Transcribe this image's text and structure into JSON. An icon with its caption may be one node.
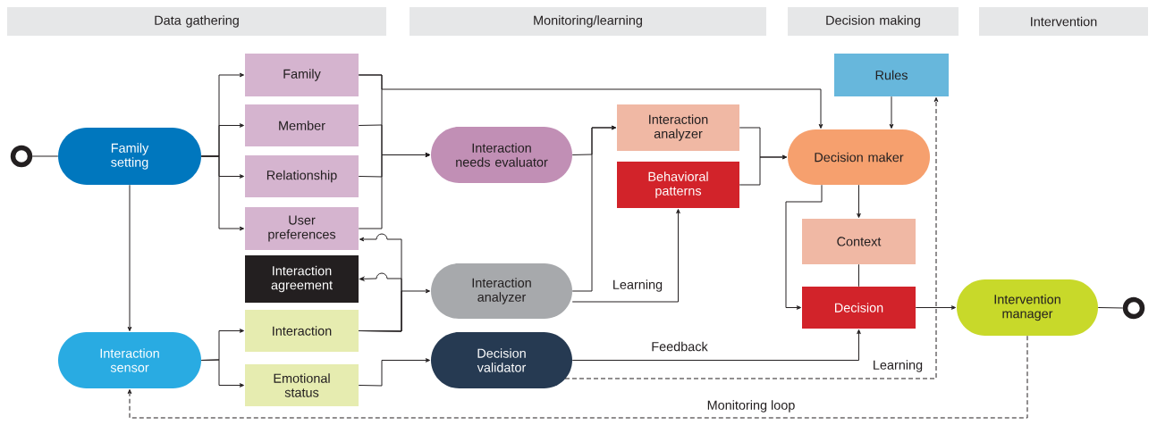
{
  "diagram": {
    "nodes": [
      {
        "text": [
          "Data gathering"
        ]
      },
      {
        "text": [
          "Monitoring/learning"
        ]
      },
      {
        "text": [
          "Decision making"
        ]
      },
      {
        "text": [
          "Intervention"
        ]
      },
      {
        "text": [],
        "shape": "circle"
      },
      {
        "text": [
          "Family setting"
        ]
      },
      {
        "text": [
          "Family"
        ]
      },
      {
        "text": [
          "Member"
        ]
      },
      {
        "text": [
          "Relationship"
        ]
      },
      {
        "text": [
          "User preferences"
        ]
      },
      {
        "text": [
          "Interaction agreement"
        ]
      },
      {
        "text": [
          "Interaction"
        ]
      },
      {
        "text": [
          "Emotional status"
        ]
      },
      {
        "text": [
          "Interaction sensor"
        ]
      },
      {
        "text": [
          "Interaction needs evaluator"
        ]
      },
      {
        "text": [
          "Interaction analyzer"
        ]
      },
      {
        "text": [
          "Decision validator"
        ]
      },
      {
        "text": [
          "Interaction analyzer"
        ]
      },
      {
        "text": [
          "Behavioral patterns"
        ]
      },
      {
        "text": [
          "Rules"
        ]
      },
      {
        "text": [
          "Decision maker"
        ]
      },
      {
        "text": [
          "Context"
        ]
      },
      {
        "text": [
          "Decision"
        ]
      },
      {
        "text": [
          "Intervention manager"
        ]
      },
      {
        "text": [],
        "shape": "circle"
      }
    ],
    "edges": [
      {
        "from": 4,
        "to": 5,
        "arrow": "none"
      },
      {
        "from": 5,
        "to": 6,
        "arrow": "to"
      },
      {
        "from": 5,
        "to": 7,
        "arrow": "to"
      },
      {
        "from": 5,
        "to": 8,
        "arrow": "to"
      },
      {
        "from": 5,
        "to": 9,
        "arrow": "to"
      },
      {
        "from": 5,
        "to": 13,
        "arrow": "to"
      },
      {
        "from": 13,
        "to": 11,
        "arrow": "to"
      },
      {
        "from": 13,
        "to": 12,
        "arrow": "to"
      },
      {
        "from": 6,
        "to": 20,
        "arrow": "to"
      },
      {
        "from": 6,
        "to": 14,
        "arrow": "to"
      },
      {
        "from": 7,
        "to": 14,
        "arrow": "to"
      },
      {
        "from": 8,
        "to": 14,
        "arrow": "to"
      },
      {
        "from": 9,
        "to": 14,
        "arrow": "to"
      },
      {
        "from": 12,
        "to": 16,
        "arrow": "to"
      },
      {
        "from": 11,
        "to": 15,
        "arrow": "to"
      },
      {
        "from": 11,
        "to": 9,
        "arrow": "to"
      },
      {
        "from": 11,
        "to": 10,
        "arrow": "to"
      },
      {
        "from": 14,
        "to": 17,
        "arrow": "to"
      },
      {
        "from": 15,
        "to": 17,
        "arrow": "to"
      },
      {
        "from": 15,
        "to": 18,
        "arrow": "to",
        "label": "Learning"
      },
      {
        "from": 17,
        "to": 20,
        "arrow": "to"
      },
      {
        "from": 18,
        "to": 20,
        "arrow": "to"
      },
      {
        "from": 19,
        "to": 20,
        "arrow": "to"
      },
      {
        "from": 20,
        "to": 21,
        "arrow": "to"
      },
      {
        "from": 20,
        "to": 22,
        "arrow": "to"
      },
      {
        "from": 21,
        "to": 22,
        "arrow": "none"
      },
      {
        "from": 16,
        "to": 22,
        "arrow": "to",
        "label": "Feedback"
      },
      {
        "from": 16,
        "to": 19,
        "arrow": "to",
        "label": "Learning",
        "style": "dashed"
      },
      {
        "from": 22,
        "to": 23,
        "arrow": "to"
      },
      {
        "from": 23,
        "to": 24,
        "arrow": "none"
      },
      {
        "from": 23,
        "to": 13,
        "arrow": "to",
        "label": "Monitoring loop",
        "style": "dashed"
      }
    ]
  }
}
